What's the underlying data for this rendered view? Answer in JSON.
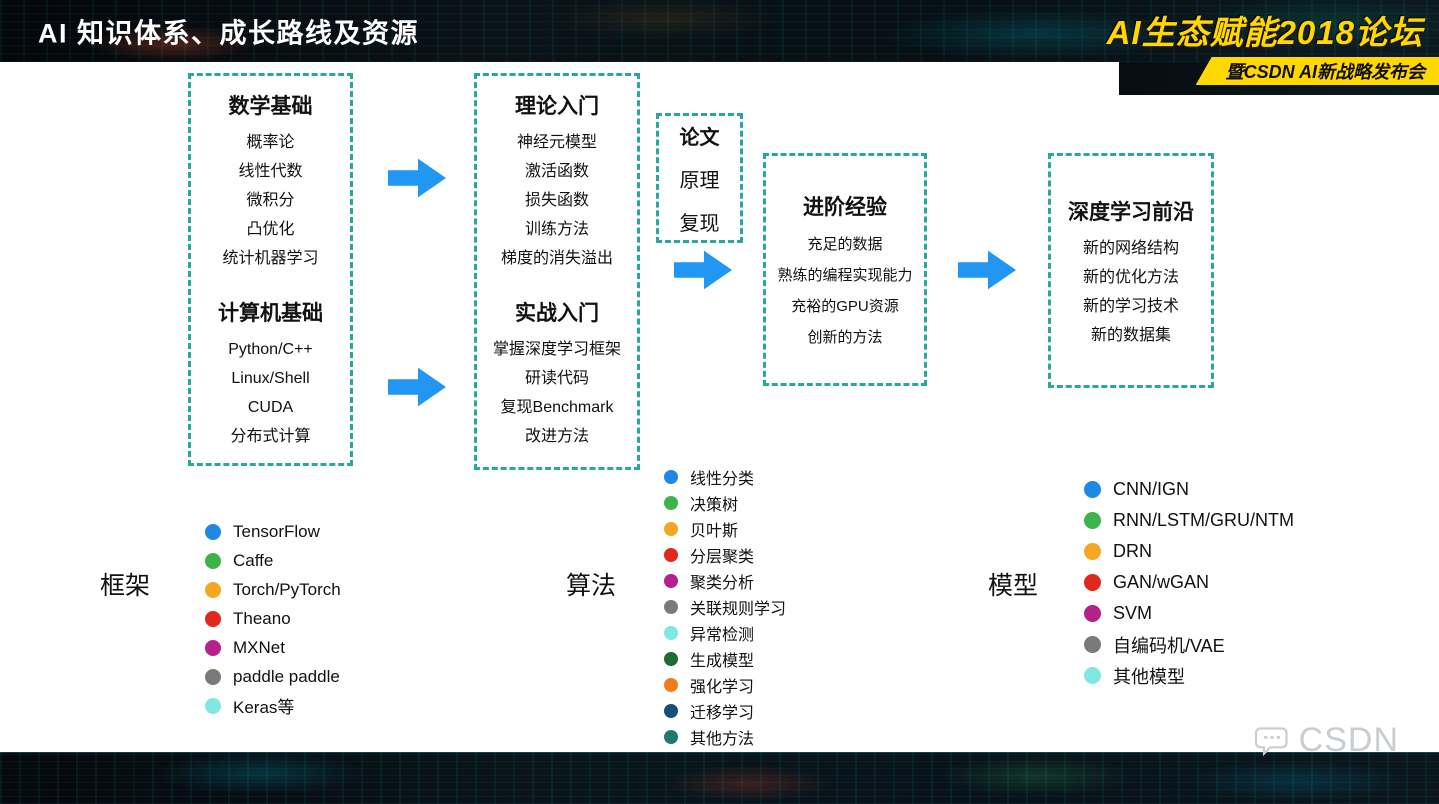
{
  "header": {
    "title": "AI 知识体系、成长路线及资源",
    "forum_logo": "AI生态赋能2018论坛",
    "forum_subtitle": "暨CSDN AI新战略发布会"
  },
  "flow": {
    "foundation_box": {
      "sections": [
        {
          "title": "数学基础",
          "items": [
            "概率论",
            "线性代数",
            "微积分",
            "凸优化",
            "统计机器学习"
          ]
        },
        {
          "title": "计算机基础",
          "items": [
            "Python/C++",
            "Linux/Shell",
            "CUDA",
            "分布式计算"
          ]
        }
      ]
    },
    "entry_box": {
      "sections": [
        {
          "title": "理论入门",
          "items": [
            "神经元模型",
            "激活函数",
            "损失函数",
            "训练方法",
            "梯度的消失溢出"
          ]
        },
        {
          "title": "实战入门",
          "items": [
            "掌握深度学习框架",
            "研读代码",
            "复现Benchmark",
            "改进方法"
          ]
        }
      ]
    },
    "paper_box": {
      "lines": [
        "论文",
        "原理",
        "复现"
      ]
    },
    "advanced_box": {
      "title": "进阶经验",
      "items": [
        "充足的数据",
        "熟练的编程实现能力",
        "充裕的GPU资源",
        "创新的方法"
      ]
    },
    "frontier_box": {
      "title": "深度学习前沿",
      "items": [
        "新的网络结构",
        "新的优化方法",
        "新的学习技术",
        "新的数据集"
      ]
    }
  },
  "legends": {
    "frameworks": {
      "label": "框架",
      "items": [
        {
          "color": "#1e88e5",
          "text": "TensorFlow"
        },
        {
          "color": "#3cb44a",
          "text": "Caffe"
        },
        {
          "color": "#f5a623",
          "text": "Torch/PyTorch"
        },
        {
          "color": "#e0281e",
          "text": "Theano"
        },
        {
          "color": "#b5208a",
          "text": "MXNet"
        },
        {
          "color": "#7a7a7a",
          "text": "paddle paddle"
        },
        {
          "color": "#7fe8e0",
          "text": "Keras等"
        }
      ]
    },
    "algorithms": {
      "label": "算法",
      "items": [
        {
          "color": "#1e88e5",
          "text": "线性分类"
        },
        {
          "color": "#3cb44a",
          "text": "决策树"
        },
        {
          "color": "#f5a623",
          "text": "贝叶斯"
        },
        {
          "color": "#e0281e",
          "text": "分层聚类"
        },
        {
          "color": "#b5208a",
          "text": "聚类分析"
        },
        {
          "color": "#7a7a7a",
          "text": "关联规则学习"
        },
        {
          "color": "#7fe8e0",
          "text": "异常检测"
        },
        {
          "color": "#1e6b35",
          "text": "生成模型"
        },
        {
          "color": "#ef7d1a",
          "text": "强化学习"
        },
        {
          "color": "#174f7c",
          "text": "迁移学习"
        },
        {
          "color": "#1f7a6c",
          "text": "其他方法"
        }
      ]
    },
    "models": {
      "label": "模型",
      "items": [
        {
          "color": "#1e88e5",
          "text": "CNN/IGN"
        },
        {
          "color": "#3cb44a",
          "text": "RNN/LSTM/GRU/NTM"
        },
        {
          "color": "#f5a623",
          "text": "DRN"
        },
        {
          "color": "#e0281e",
          "text": "GAN/wGAN"
        },
        {
          "color": "#b5208a",
          "text": "SVM"
        },
        {
          "color": "#7a7a7a",
          "text": "自编码机/VAE"
        },
        {
          "color": "#7fe8e0",
          "text": "其他模型"
        }
      ]
    }
  },
  "watermark": {
    "text": "CSDN"
  },
  "colors": {
    "accent_teal": "#2aa79b",
    "arrow_blue": "#2196f3",
    "logo_yellow": "#ffd800"
  }
}
